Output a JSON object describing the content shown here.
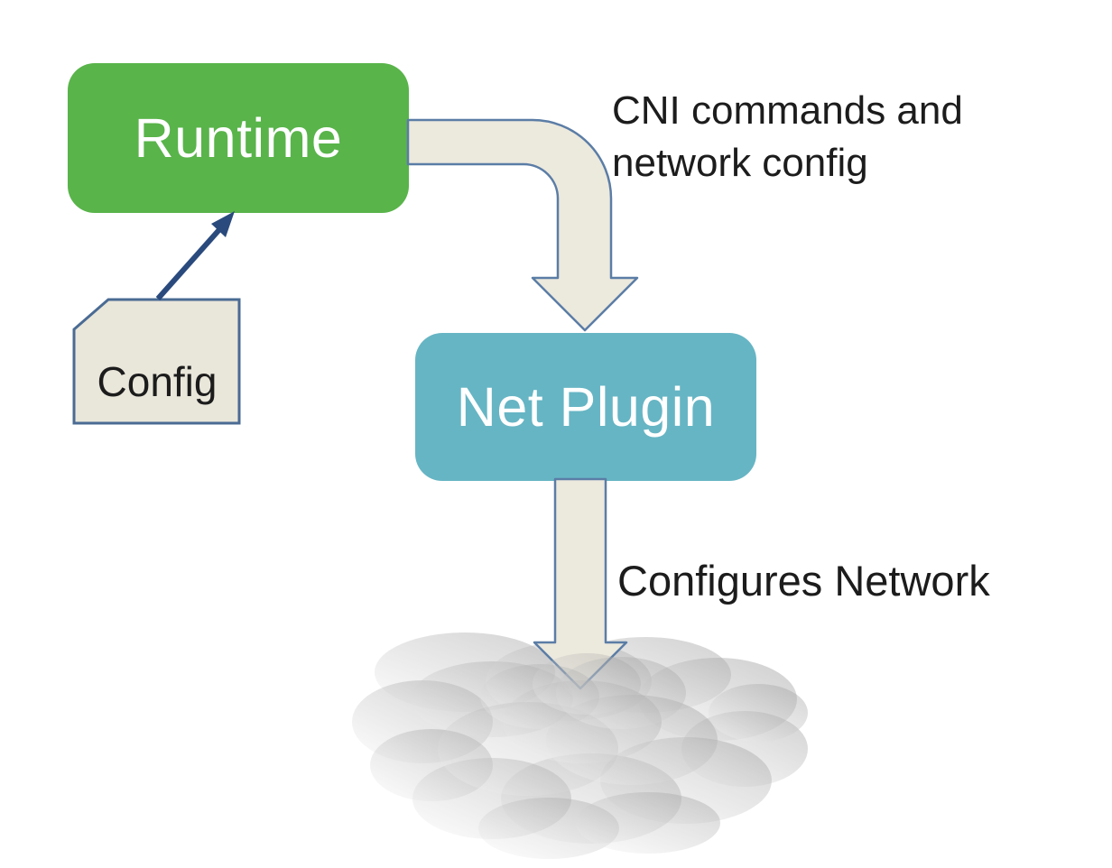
{
  "diagram": {
    "nodes": {
      "runtime": {
        "label": "Runtime",
        "fill": "#59b44a",
        "text_color": "#ffffff"
      },
      "net_plugin": {
        "label": "Net Plugin",
        "fill": "#66b5c4",
        "text_color": "#ffffff"
      },
      "config": {
        "label": "Config",
        "fill": "#e9e6da",
        "stroke": "#4a6b93"
      },
      "network_cloud": {
        "icon": "cloud-of-gray-ellipses",
        "fill": "#909090"
      }
    },
    "edges": {
      "cni_commands": {
        "label": "CNI commands and network config",
        "from": "Runtime",
        "to": "Net Plugin",
        "style": "thick-bent-block-arrow",
        "fill": "#ece9dd",
        "stroke": "#5b7da6"
      },
      "configures_network": {
        "label": "Configures Network",
        "from": "Net Plugin",
        "to": "network_cloud",
        "style": "thick-block-arrow",
        "fill": "#ece9dd",
        "stroke": "#5b7da6"
      },
      "config_to_runtime": {
        "label": "",
        "from": "Config",
        "to": "Runtime",
        "style": "thin-line-arrow",
        "color": "#2a4a7d"
      }
    }
  },
  "colors": {
    "background": "#ffffff",
    "runtime_fill": "#59b44a",
    "net_plugin_fill": "#66b5c4",
    "block_arrow_fill": "#ece9dd",
    "block_arrow_stroke": "#5b7da6",
    "config_fill": "#e9e6da",
    "config_stroke": "#4a6b93",
    "config_arrow": "#2a4a7d",
    "label_text": "#1c1c1c",
    "node_text": "#ffffff",
    "cloud_gray": "#909090"
  }
}
